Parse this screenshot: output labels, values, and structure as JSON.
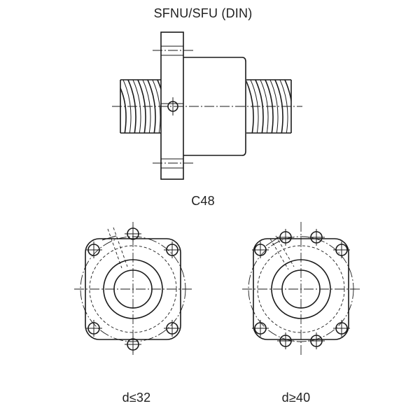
{
  "title": "SFNU/SFU (DIN)",
  "flange_code": "C48",
  "variants": [
    {
      "label": "d≤32",
      "hole_layout": "two-hole-axis-vertical"
    },
    {
      "label": "d≥40",
      "hole_layout": "two-hole-pair-top-bottom"
    }
  ]
}
